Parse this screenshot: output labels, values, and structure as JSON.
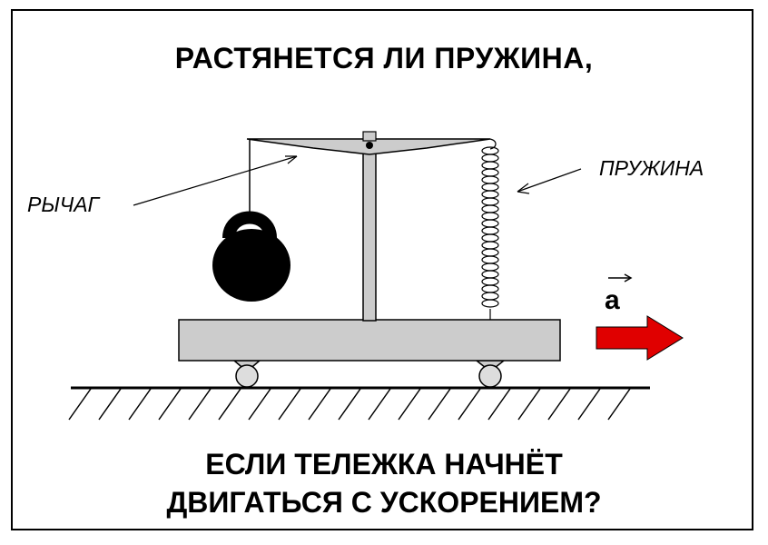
{
  "title_top": "РАСТЯНЕТСЯ ЛИ ПРУЖИНА,",
  "title_bottom_line1": "ЕСЛИ ТЕЛЕЖКА НАЧНЁТ",
  "title_bottom_line2": "ДВИГАТЬСЯ С УСКОРЕНИЕМ?",
  "labels": {
    "lever": "РЫЧАГ",
    "spring": "ПРУЖИНА",
    "acceleration": "a"
  },
  "colors": {
    "arrow": "#e00000",
    "cart": "#cccccc",
    "outline": "#000000"
  }
}
